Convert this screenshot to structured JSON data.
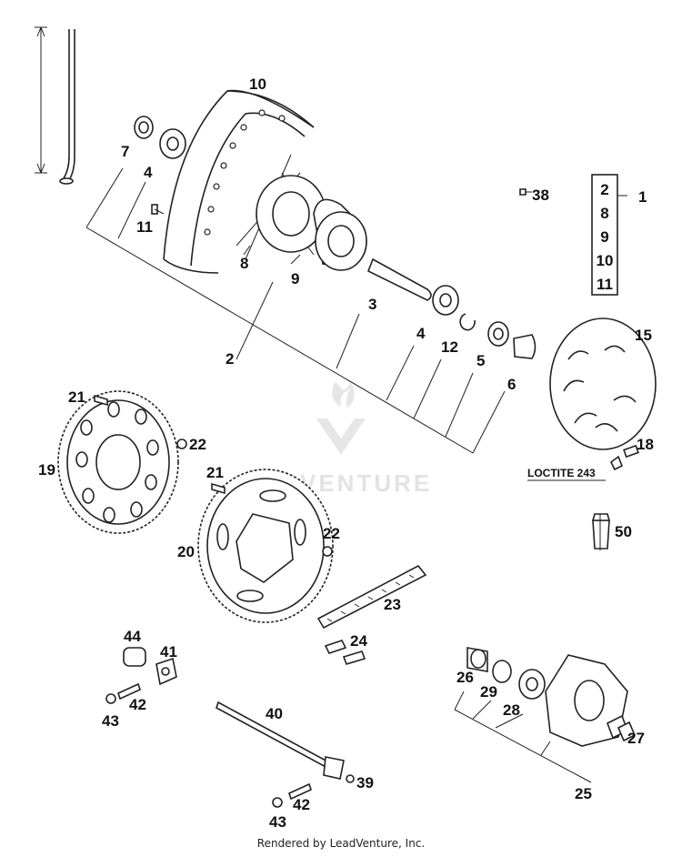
{
  "watermark": "VENTURE",
  "footer": "Rendered by LeadVenture, Inc.",
  "note_loctite": "LOCTITE 243",
  "kit_box": [
    "2",
    "8",
    "9",
    "10",
    "11"
  ],
  "callouts": {
    "c1": "1",
    "c2": "2",
    "c3": "3",
    "c4a": "4",
    "c4b": "4",
    "c5": "5",
    "c6": "6",
    "c7": "7",
    "c8": "8",
    "c9": "9",
    "c10": "10",
    "c11": "11",
    "c12": "12",
    "c15": "15",
    "c18": "18",
    "c19": "19",
    "c20": "20",
    "c21a": "21",
    "c21b": "21",
    "c22a": "22",
    "c22b": "22",
    "c23": "23",
    "c24": "24",
    "c25": "25",
    "c26": "26",
    "c27": "27",
    "c28": "28",
    "c29": "29",
    "c38": "38",
    "c39": "39",
    "c40": "40",
    "c41": "41",
    "c42a": "42",
    "c42b": "42",
    "c43a": "43",
    "c43b": "43",
    "c44": "44",
    "c50": "50"
  }
}
